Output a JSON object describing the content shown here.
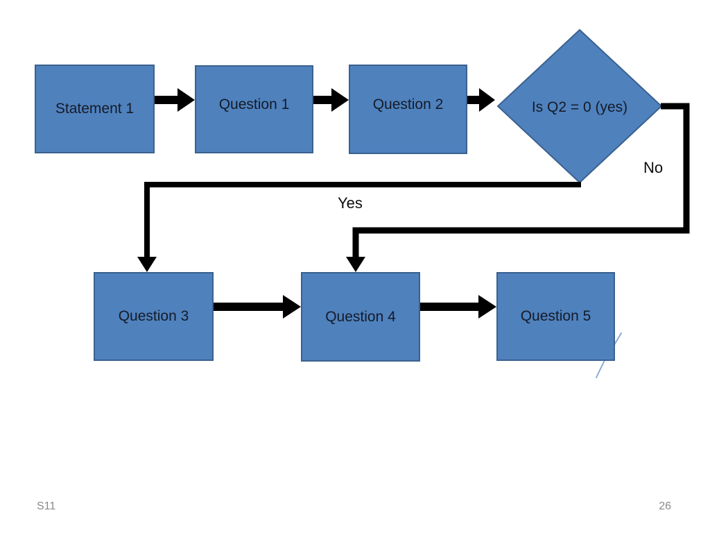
{
  "slide": {
    "footer_left": "S11",
    "page_number": "26",
    "background": "#ffffff"
  },
  "flowchart": {
    "nodes": [
      {
        "id": "statement-1",
        "shape": "rect",
        "label": "Statement 1"
      },
      {
        "id": "question-1",
        "shape": "rect",
        "label": "Question 1"
      },
      {
        "id": "question-2",
        "shape": "rect",
        "label": "Question 2"
      },
      {
        "id": "decision-q2",
        "shape": "diamond",
        "label": "Is Q2 = 0 (yes)"
      },
      {
        "id": "question-3",
        "shape": "rect",
        "label": "Question 3"
      },
      {
        "id": "question-4",
        "shape": "rect",
        "label": "Question 4"
      },
      {
        "id": "question-5",
        "shape": "rect",
        "label": "Question 5"
      }
    ],
    "edges": [
      {
        "from": "statement-1",
        "to": "question-1"
      },
      {
        "from": "question-1",
        "to": "question-2"
      },
      {
        "from": "question-2",
        "to": "decision-q2"
      },
      {
        "from": "decision-q2",
        "to": "question-3",
        "label": "Yes"
      },
      {
        "from": "decision-q2",
        "to": "question-4",
        "label": "No"
      },
      {
        "from": "question-3",
        "to": "question-4"
      },
      {
        "from": "question-4",
        "to": "question-5"
      }
    ],
    "labels": {
      "yes": "Yes",
      "no": "No"
    }
  },
  "colors": {
    "node_fill": "#4f81bd",
    "node_border": "#3a618f",
    "connector": "#000000",
    "node_text": "#141b29",
    "footer_text": "#898989",
    "ink_annotation": "#8aabd6"
  }
}
